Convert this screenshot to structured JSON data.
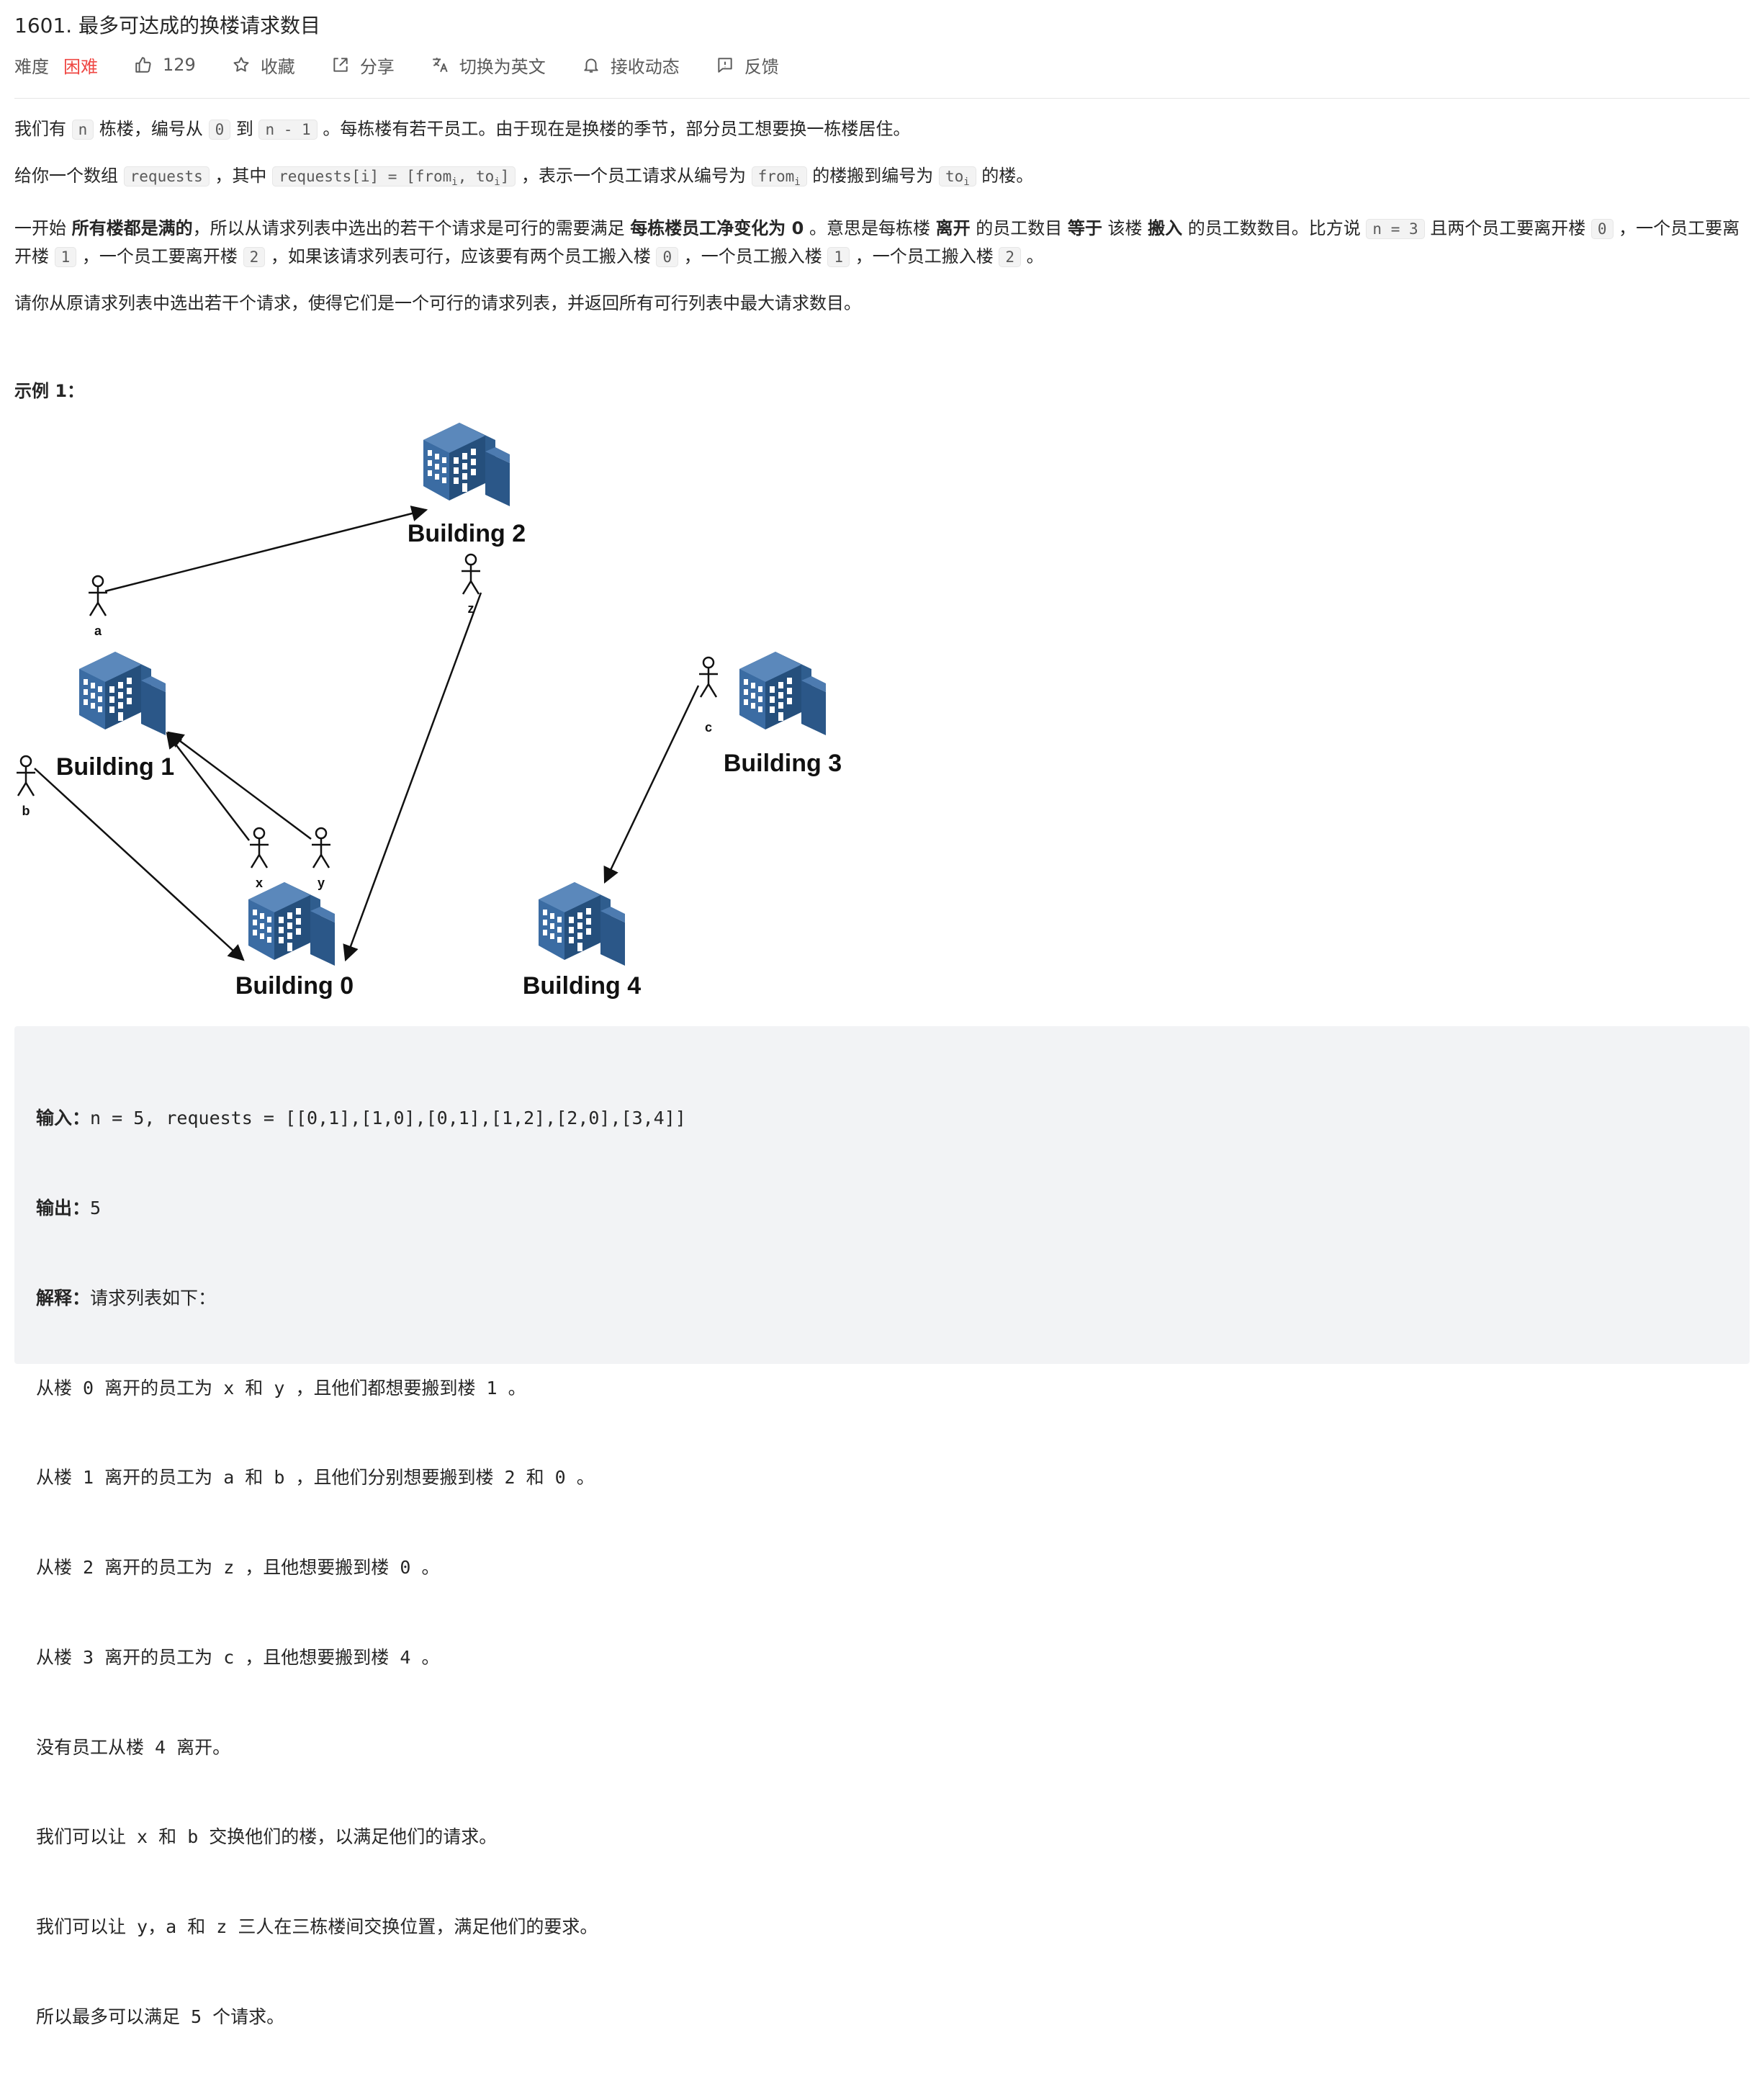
{
  "problem": {
    "title": "1601. 最多可达成的换楼请求数目"
  },
  "meta": {
    "difficulty_label": "难度",
    "difficulty_value": "困难",
    "likes": "129",
    "favorite": "收藏",
    "share": "分享",
    "switch_lang": "切换为英文",
    "subscribe": "接收动态",
    "feedback": "反馈",
    "colors": {
      "difficulty": "#ef4743",
      "text": "#595959",
      "code_bg": "#f2f3f5"
    }
  },
  "description": {
    "p1": {
      "t1": "我们有 ",
      "c1": "n",
      "t2": " 栋楼，编号从 ",
      "c2": "0",
      "t3": " 到 ",
      "c3": "n - 1",
      "t4": " 。每栋楼有若干员工。由于现在是换楼的季节，部分员工想要换一栋楼居住。"
    },
    "p2": {
      "t1": "给你一个数组 ",
      "c1": "requests",
      "t2": " ，其中 ",
      "c2a": "requests[i] = [from",
      "c2s1": "i",
      "c2b": ", to",
      "c2s2": "i",
      "c2c": "]",
      "t3": " ，表示一个员工请求从编号为 ",
      "c3a": "from",
      "c3s": "i",
      "t4": " 的楼搬到编号为 ",
      "c4a": "to",
      "c4s": "i",
      "t5": " 的楼。"
    },
    "p3": {
      "t1": "一开始 ",
      "b1": "所有楼都是满的",
      "t2": "，所以从请求列表中选出的若干个请求是可行的需要满足 ",
      "b2": "每栋楼员工净变化为 0",
      "t3": " 。意思是每栋楼 ",
      "b3": "离开",
      "t4": " 的员工数目 ",
      "b4": "等于",
      "t5": " 该楼 ",
      "b5": "搬入",
      "t6": " 的员工数数目。比方说 ",
      "c1": "n = 3",
      "t7": " 且两个员工要离开楼 ",
      "c2": "0",
      "t8": " ，一个员工要离开楼 ",
      "c3": "1",
      "t9": " ，一个员工要离开楼 ",
      "c4": "2",
      "t10": " ，如果该请求列表可行，应该要有两个员工搬入楼 ",
      "c5": "0",
      "t11": " ，一个员工搬入楼 ",
      "c6": "1",
      "t12": " ，一个员工搬入楼 ",
      "c7": "2",
      "t13": " 。"
    },
    "p4": "请你从原请求列表中选出若干个请求，使得它们是一个可行的请求列表，并返回所有可行列表中最大请求数目。"
  },
  "example": {
    "title": "示例 1：",
    "diagram": {
      "buildings": [
        "Building 2",
        "Building 1",
        "Building 3",
        "Building 0",
        "Building 4"
      ],
      "people": [
        "a",
        "z",
        "b",
        "c",
        "x",
        "y"
      ]
    },
    "input_label": "输入：",
    "input_value": "n = 5, requests = [[0,1],[1,0],[0,1],[1,2],[2,0],[3,4]]",
    "output_label": "输出：",
    "output_value": "5",
    "explain_label": "解释：",
    "explain_value": "请求列表如下：",
    "lines": [
      "从楼 0 离开的员工为 x 和 y ，且他们都想要搬到楼 1 。",
      "从楼 1 离开的员工为 a 和 b ，且他们分别想要搬到楼 2 和 0 。",
      "从楼 2 离开的员工为 z ，且他想要搬到楼 0 。",
      "从楼 3 离开的员工为 c ，且他想要搬到楼 4 。",
      "没有员工从楼 4 离开。",
      "我们可以让 x 和 b 交换他们的楼，以满足他们的请求。",
      "我们可以让 y，a 和 z 三人在三栋楼间交换位置，满足他们的要求。",
      "所以最多可以满足 5 个请求。"
    ]
  }
}
